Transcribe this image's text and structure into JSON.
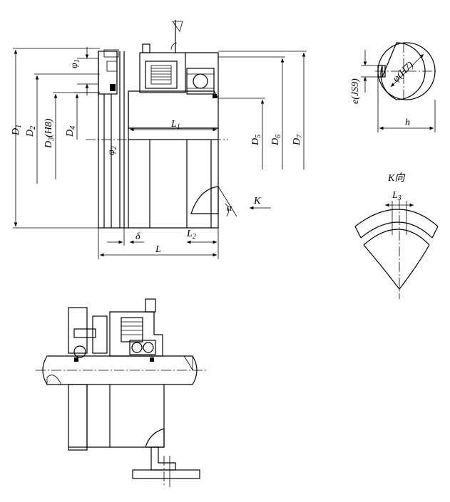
{
  "labels": {
    "D1": {
      "base": "D",
      "sub": "1"
    },
    "D2": {
      "base": "D",
      "sub": "2"
    },
    "D3": {
      "base": "D",
      "sub": "3",
      "suffix": "(H8)"
    },
    "D4": {
      "base": "D",
      "sub": "4"
    },
    "D5": {
      "base": "D",
      "sub": "5"
    },
    "D6": {
      "base": "D",
      "sub": "6"
    },
    "D7": {
      "base": "D",
      "sub": "7"
    },
    "phi1": {
      "base": "φ",
      "sub": "1"
    },
    "phi2": {
      "base": "φ",
      "sub": "2"
    },
    "L1": {
      "base": "L",
      "sub": "1"
    },
    "L2": {
      "base": "L",
      "sub": "2"
    },
    "L3": {
      "base": "L",
      "sub": "3"
    },
    "L": "L",
    "delta": "δ",
    "alpha": "α",
    "K": "K",
    "K_view": {
      "base": "K",
      "suffix": "向"
    },
    "e_js9": {
      "base": "e",
      "suffix": "(JS9)"
    },
    "phi_h7": {
      "base": "φ",
      "suffix": "(H7)"
    },
    "h": "h"
  }
}
